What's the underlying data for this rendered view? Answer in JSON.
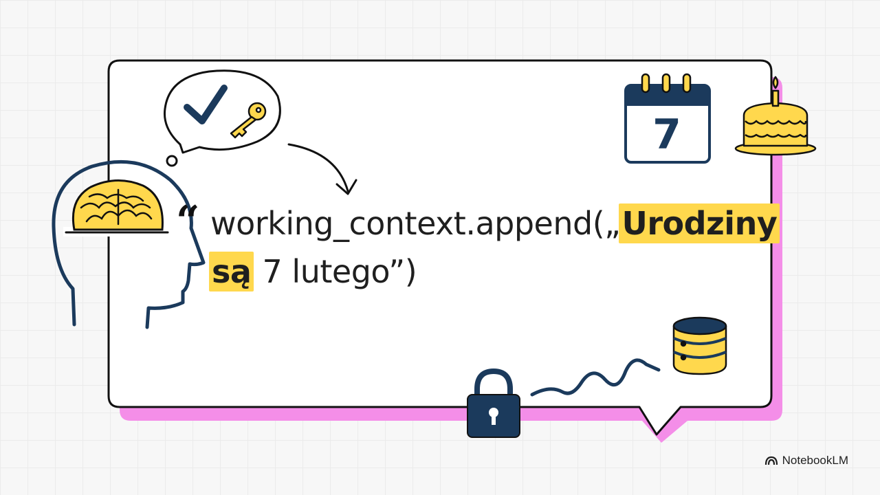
{
  "code": {
    "open": "working_context.append(„",
    "highlight_1": "Urodziny",
    "highlight_2": "są",
    "rest": " 7 lutego”)"
  },
  "calendar": {
    "day": "7"
  },
  "brand": {
    "name": "NotebookLM",
    "icon": "notebooklm-logo-icon"
  },
  "colors": {
    "highlight": "#ffd84d",
    "navy": "#1b3a5c",
    "shadow": "#f48ee8",
    "outline": "#111111"
  },
  "icons": [
    "brain-icon",
    "head-profile-icon",
    "thought-bubble-icon",
    "checkmark-icon",
    "key-icon",
    "arrow-icon",
    "calendar-icon",
    "birthday-cake-icon",
    "database-icon",
    "padlock-icon",
    "squiggle-line-icon"
  ]
}
